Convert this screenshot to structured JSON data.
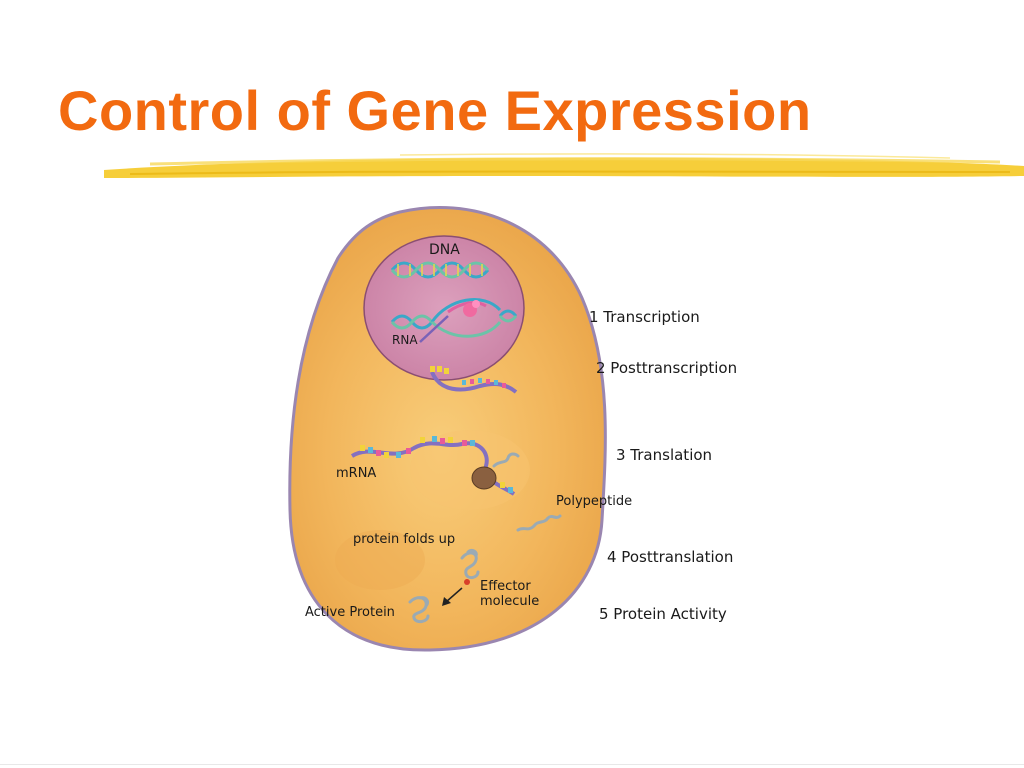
{
  "title": "Control of Gene Expression",
  "colors": {
    "title": "#f26a10",
    "underline": "#f5c518",
    "cytoplasm": "#f2b75e",
    "nucleus": "#cf8cab",
    "membrane": "#9a86b0"
  },
  "cell_labels": {
    "dna": "DNA",
    "rna": "RNA",
    "mrna": "mRNA",
    "polypeptide": "Polypeptide",
    "protein_folds": "protein folds up",
    "effector_line1": "Effector",
    "effector_line2": "molecule",
    "active_protein": "Active Protein"
  },
  "steps": [
    {
      "label": "1 Transcription"
    },
    {
      "label": "2 Posttranscription"
    },
    {
      "label": "3 Translation"
    },
    {
      "label": "4 Posttranslation"
    },
    {
      "label": "5 Protein Activity"
    }
  ]
}
